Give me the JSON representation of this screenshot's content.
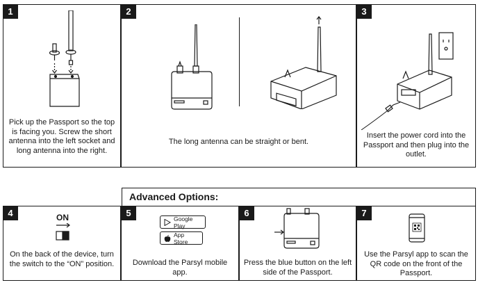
{
  "steps": {
    "s1": {
      "num": "1",
      "caption": "Pick up the Passport so the top is facing you. Screw the short antenna into the left socket and long antenna into the right."
    },
    "s2": {
      "num": "2",
      "caption": "The long antenna can be straight or bent."
    },
    "s3": {
      "num": "3",
      "caption": "Insert the power cord into the Passport and then plug into the outlet."
    },
    "s4": {
      "num": "4",
      "caption": "On the back of the device, turn the switch to the “ON” position.",
      "switch_label": "ON"
    },
    "s5": {
      "num": "5",
      "caption": "Download the Parsyl mobile app.",
      "google_play": "Google Play",
      "app_store": "App Store"
    },
    "s6": {
      "num": "6",
      "caption": "Press the blue button on the left side of the Passport."
    },
    "s7": {
      "num": "7",
      "caption": "Use the Parsyl app to scan the QR code on the front of the Passport."
    }
  },
  "advanced": {
    "title": "Advanced Options:"
  },
  "icons": [
    "antenna-icon",
    "device-icon",
    "power-cord-icon",
    "switch-icon",
    "google-play-icon",
    "apple-icon",
    "qr-phone-icon"
  ]
}
